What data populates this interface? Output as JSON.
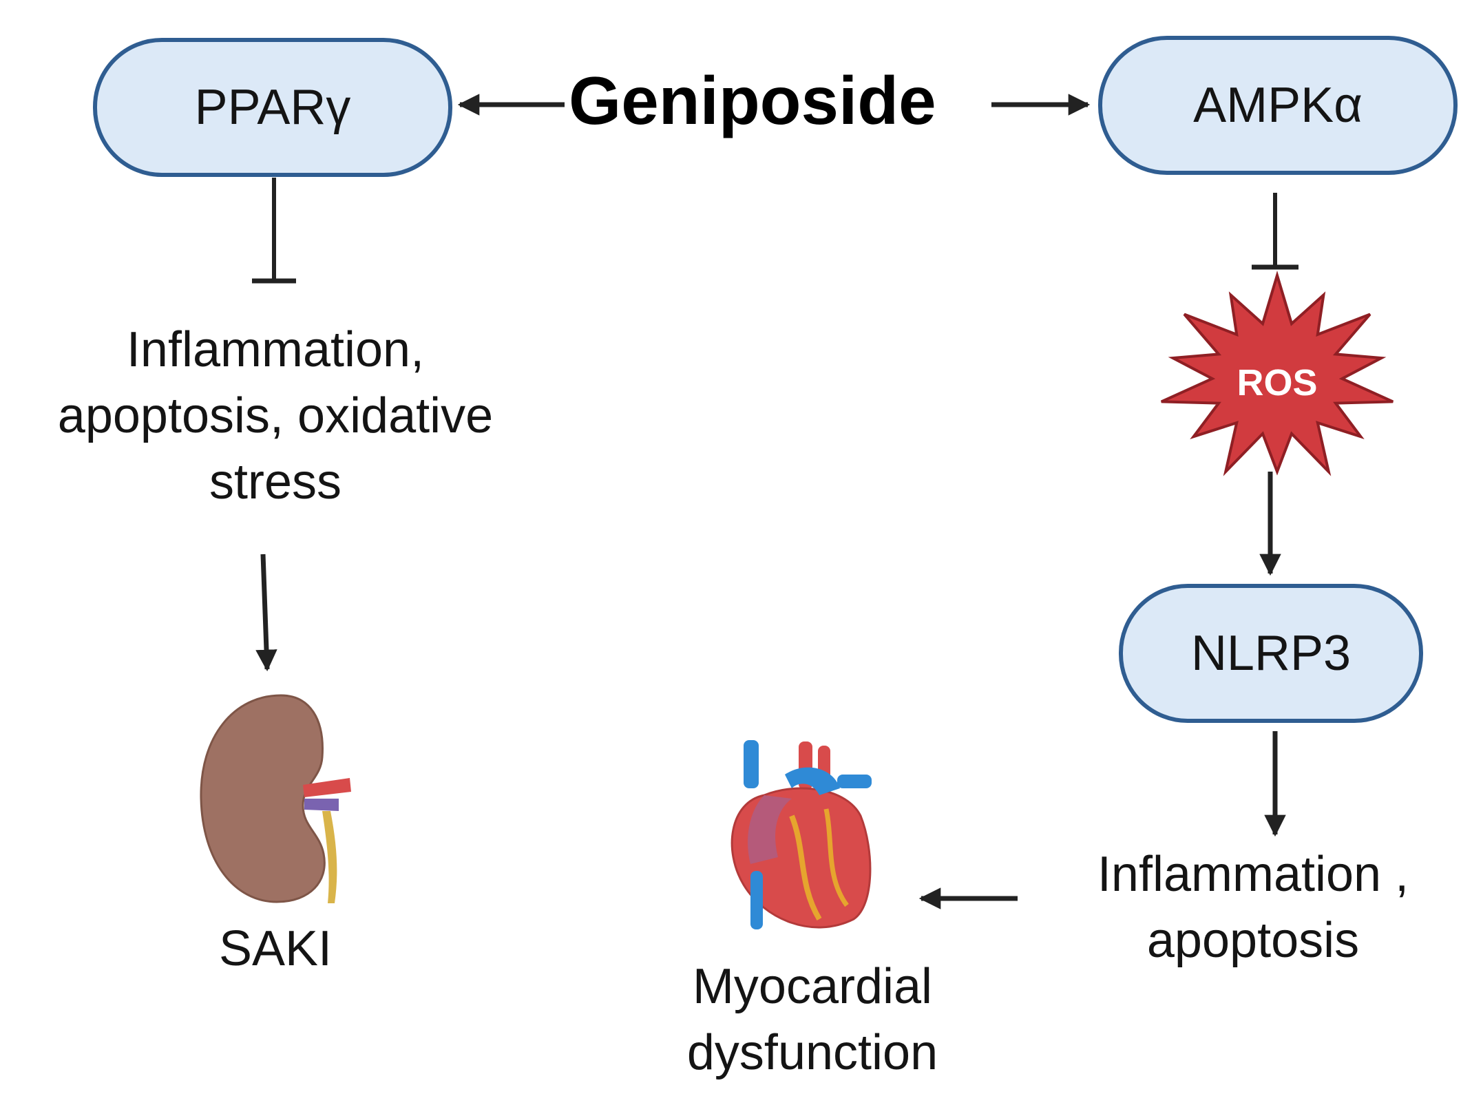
{
  "center": {
    "title": "Geniposide"
  },
  "nodes": {
    "ppar": "PPARγ",
    "ampk": "AMPKα",
    "nlrp3": "NLRP3"
  },
  "ros": {
    "label": "ROS",
    "color": "#d13b3f"
  },
  "left_branch": {
    "effect_lines": [
      "Inflammation,",
      "apoptosis, oxidative",
      "stress"
    ],
    "outcome": "SAKI",
    "organ_icon": "kidney-icon"
  },
  "right_branch": {
    "effect_lines": [
      "Inflammation ,",
      "apoptosis"
    ],
    "outcome_lines": [
      "Myocardial",
      "dysfunction"
    ],
    "organ_icon": "heart-icon"
  },
  "colors": {
    "node_fill": "#dce9f7",
    "node_border": "#2f5d91",
    "arrow": "#222222",
    "kidney": "#9e7163",
    "heart": "#d84b4b",
    "vessel_blue": "#2f8ad6"
  }
}
